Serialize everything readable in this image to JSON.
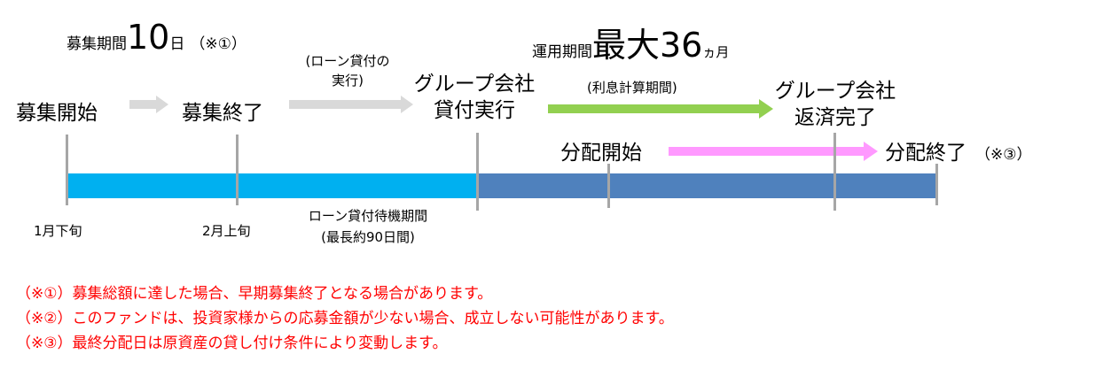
{
  "top_labels": {
    "recruit_period": {
      "prefix": "募集期間",
      "value": "10",
      "unit": "日",
      "note": "（※①）"
    },
    "operation_period": {
      "prefix": "運用期間",
      "emph": "最大36",
      "unit": "ヵ月"
    }
  },
  "milestones": {
    "recruit_start": "募集開始",
    "recruit_end": "募集終了",
    "loan_exec_note_line1": "(ローン貸付の",
    "loan_exec_note_line2": "実行)",
    "group_loan_line1": "グループ会社",
    "group_loan_line2": "貸付実行",
    "interest_calc": "(利息計算期間)",
    "group_repay_line1": "グループ会社",
    "group_repay_line2": "返済完了",
    "dist_start": "分配開始",
    "dist_end": "分配終了",
    "dist_end_note": "（※③）"
  },
  "below_labels": {
    "jan_late": "1月下旬",
    "feb_early": "2月上旬",
    "wait_line1": "ローン貸付待機期間",
    "wait_line2": "(最長約90日間)"
  },
  "colors": {
    "bar_light": "#00b0f0",
    "bar_dark": "#4f81bd",
    "arrow_gray": "#d9d9d9",
    "arrow_green": "#92d050",
    "arrow_pink": "#ff99ff",
    "tick": "#a6a6a6",
    "note_red": "#ff0000"
  },
  "notes": [
    "（※①）募集総額に達した場合、早期募集終了となる場合があります。",
    "（※②）このファンドは、投資家様からの応募金額が少ない場合、成立しない可能性があります。",
    "（※③）最終分配日は原資産の貸し付け条件により変動します。"
  ]
}
